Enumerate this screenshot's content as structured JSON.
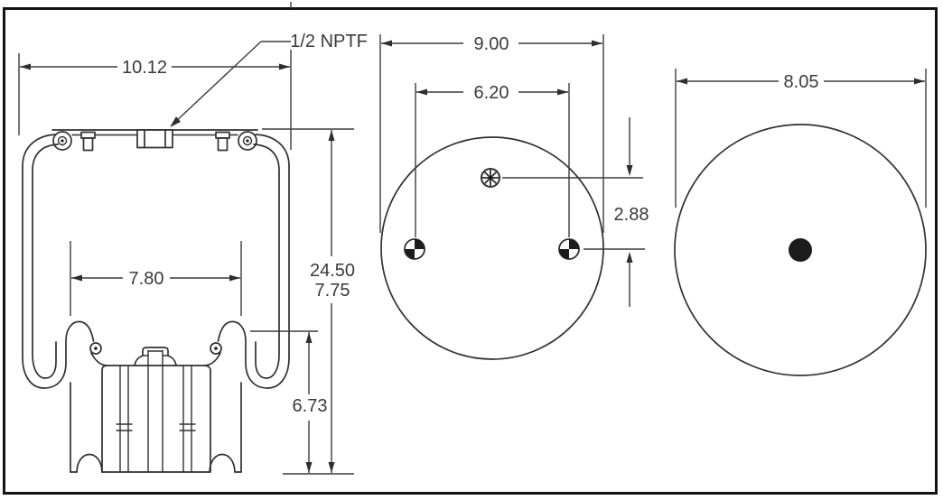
{
  "drawing": {
    "title": "air-spring-technical-drawing",
    "colors": {
      "ink": "#1c1c1c",
      "line": "#303030",
      "dim_text": "#3a3a3a",
      "background": "#ffffff"
    },
    "side_view": {
      "port_label": "1/2 NPTF",
      "dims": {
        "plate_width": "10.12",
        "piston_width": "7.80",
        "height_extended": "24.50",
        "height_compressed": "7.75",
        "piston_height": "6.73"
      }
    },
    "top_view": {
      "dims": {
        "plate_diameter": "9.00",
        "stud_spacing": "6.20",
        "port_offset": "2.88"
      }
    },
    "bottom_view": {
      "dims": {
        "piston_diameter": "8.05"
      }
    },
    "icons": {
      "port_symbol": "air-port-wheel-symbol",
      "stud_marker": "quadrant-filled-stud-symbol",
      "center_hole": "solid-dot"
    }
  }
}
